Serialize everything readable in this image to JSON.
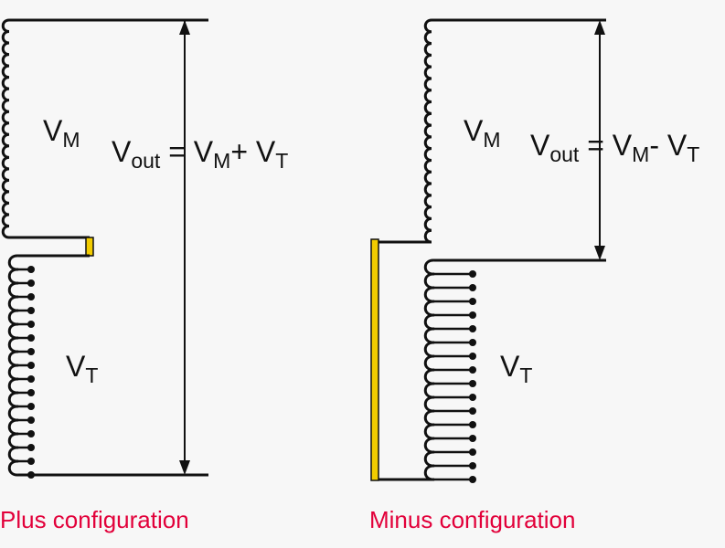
{
  "colors": {
    "background": "#f7f7f7",
    "wire": "#111111",
    "tap_link": "#f2cc00",
    "caption": "#e2003a"
  },
  "plus": {
    "vm": {
      "main": "V",
      "sub": "M"
    },
    "vt": {
      "main": "V",
      "sub": "T"
    },
    "equation": {
      "v": "V",
      "out": "out",
      "eq": " = V",
      "m": "M",
      "op": "+ V",
      "t": "T"
    },
    "caption": "Plus configuration"
  },
  "minus": {
    "vm": {
      "main": "V",
      "sub": "M"
    },
    "vt": {
      "main": "V",
      "sub": "T"
    },
    "equation": {
      "v": "V",
      "out": "out",
      "eq": " = V",
      "m": "M",
      "op": "- V",
      "t": "T"
    },
    "caption": "Minus configuration"
  }
}
